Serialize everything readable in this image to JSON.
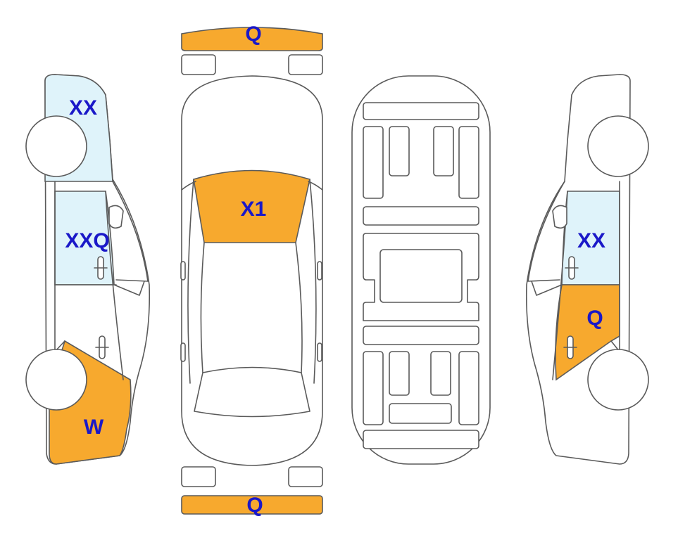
{
  "colors": {
    "damage_orange": "#f7a92e",
    "damage_light_blue": "#dff3fa",
    "label_blue": "#1a18c8",
    "outline": "#5a5a5a"
  },
  "labels": {
    "front_bumper": "Q",
    "rear_bumper": "Q",
    "windshield": "X1",
    "left_rear_window": "XX",
    "left_rear_door": "XXQ",
    "left_front_fender": "W",
    "right_rear_door": "XX",
    "right_front_door": "Q"
  }
}
